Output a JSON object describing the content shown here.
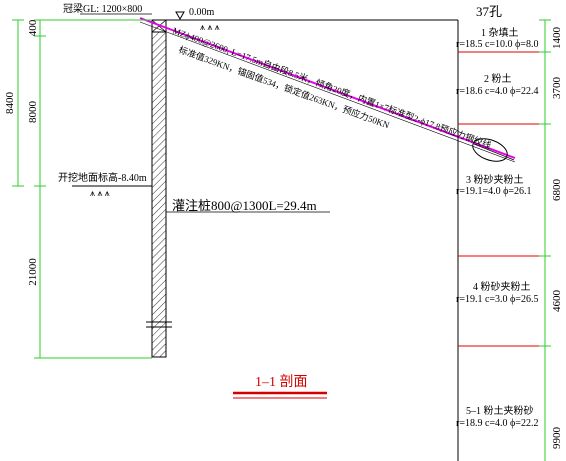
{
  "crown_beam": "冠梁GL: 1200×800",
  "elevation_top": "0.00m",
  "borehole": "37孔",
  "anchor_line1": "MZϕ400@2600, L=17.5m自由段8.5米，倾角20度，内置1×7标准型2-ϕ17.8预应力钢绞线",
  "anchor_line2": "标准值329KN，锚固值534，锁定值263KN，预应力50KN",
  "excavation_level": "开挖地面标高-8.40m",
  "pile": "灌注桩800@1300L=29.4m",
  "section_title": "1–1  剖面",
  "left_dims": {
    "total": "8400",
    "d1": "400",
    "d2": "8000",
    "d3": "21000"
  },
  "right_dims": [
    "1400",
    "3700",
    "6800",
    "4600",
    "9900"
  ],
  "layers": [
    {
      "name": "1 杂填土",
      "params": "r=18.5  c=10.0  ϕ=8.0"
    },
    {
      "name": "2 粉土",
      "params": "r=18.6  c=4.0  ϕ=22.4"
    },
    {
      "name": "3 粉砂夹粉土",
      "params": "r=19.1=4.0  ϕ=26.1"
    },
    {
      "name": "4 粉砂夹粉土",
      "params": "r=19.1  c=3.0  ϕ=26.5"
    },
    {
      "name": "5–1 粉土夹粉砂",
      "params": "r=18.9  c=4.0  ϕ=22.2"
    }
  ],
  "colors": {
    "anchor": "#e600e6",
    "title": "#d40000",
    "boundary": "#e60000",
    "dimension": "#2ecc2e"
  }
}
